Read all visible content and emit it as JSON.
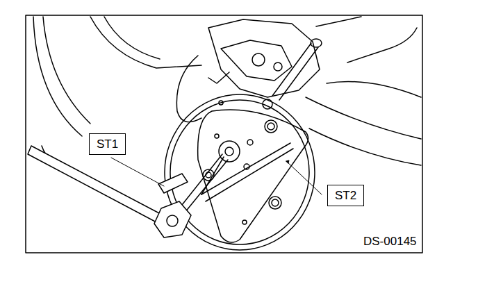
{
  "diagram": {
    "nodes": [
      {
        "text": [
          "ST1"
        ]
      },
      {
        "text": [
          "ST2"
        ]
      }
    ],
    "labels": [
      "DS-00145"
    ]
  }
}
